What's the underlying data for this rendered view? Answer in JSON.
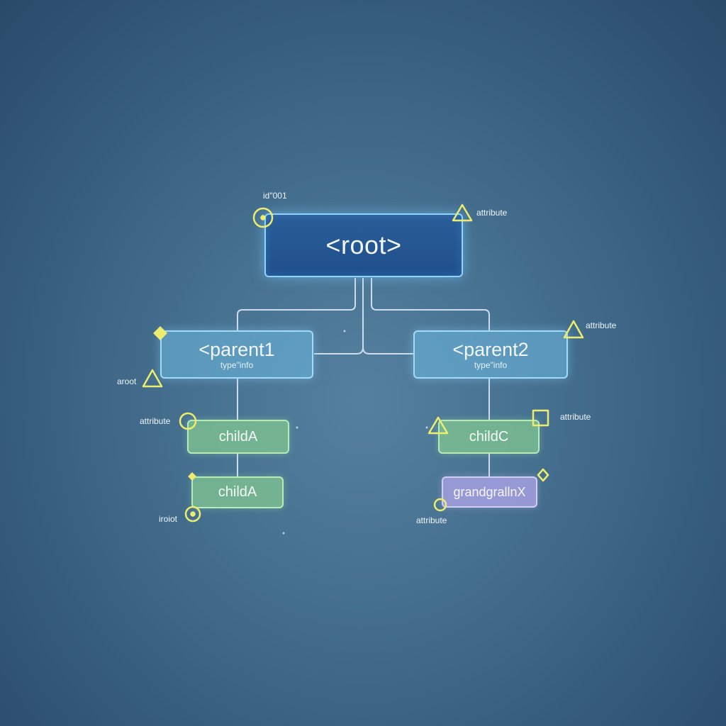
{
  "nodes": {
    "root": {
      "label": "<root>"
    },
    "parent1": {
      "label": "<parent1",
      "sub": "type\"info"
    },
    "parent2": {
      "label": "<parent2",
      "sub": "type\"info"
    },
    "childA_1": {
      "label": "childA"
    },
    "childA_2": {
      "label": "childA"
    },
    "childC": {
      "label": "childC"
    },
    "grandchild": {
      "label": "grandgrallnX"
    }
  },
  "annotations": {
    "root_id": "id\"001",
    "root_attribute": "attribute",
    "parent2_attribute": "attribute",
    "parent1_aroot": "aroot",
    "childA_attribute": "attribute",
    "childC_attribute": "attribute",
    "childA2_iroot": "iroiot",
    "grandchild_attribute": "attribute"
  },
  "colors": {
    "connector": "#dbe8f2",
    "marker": "#ecec6e",
    "root_fill": "#1f4f8c",
    "parent_fill": "#6eb9e1",
    "child_fill": "#82c891",
    "grandchild_fill": "#a5a0e1"
  }
}
